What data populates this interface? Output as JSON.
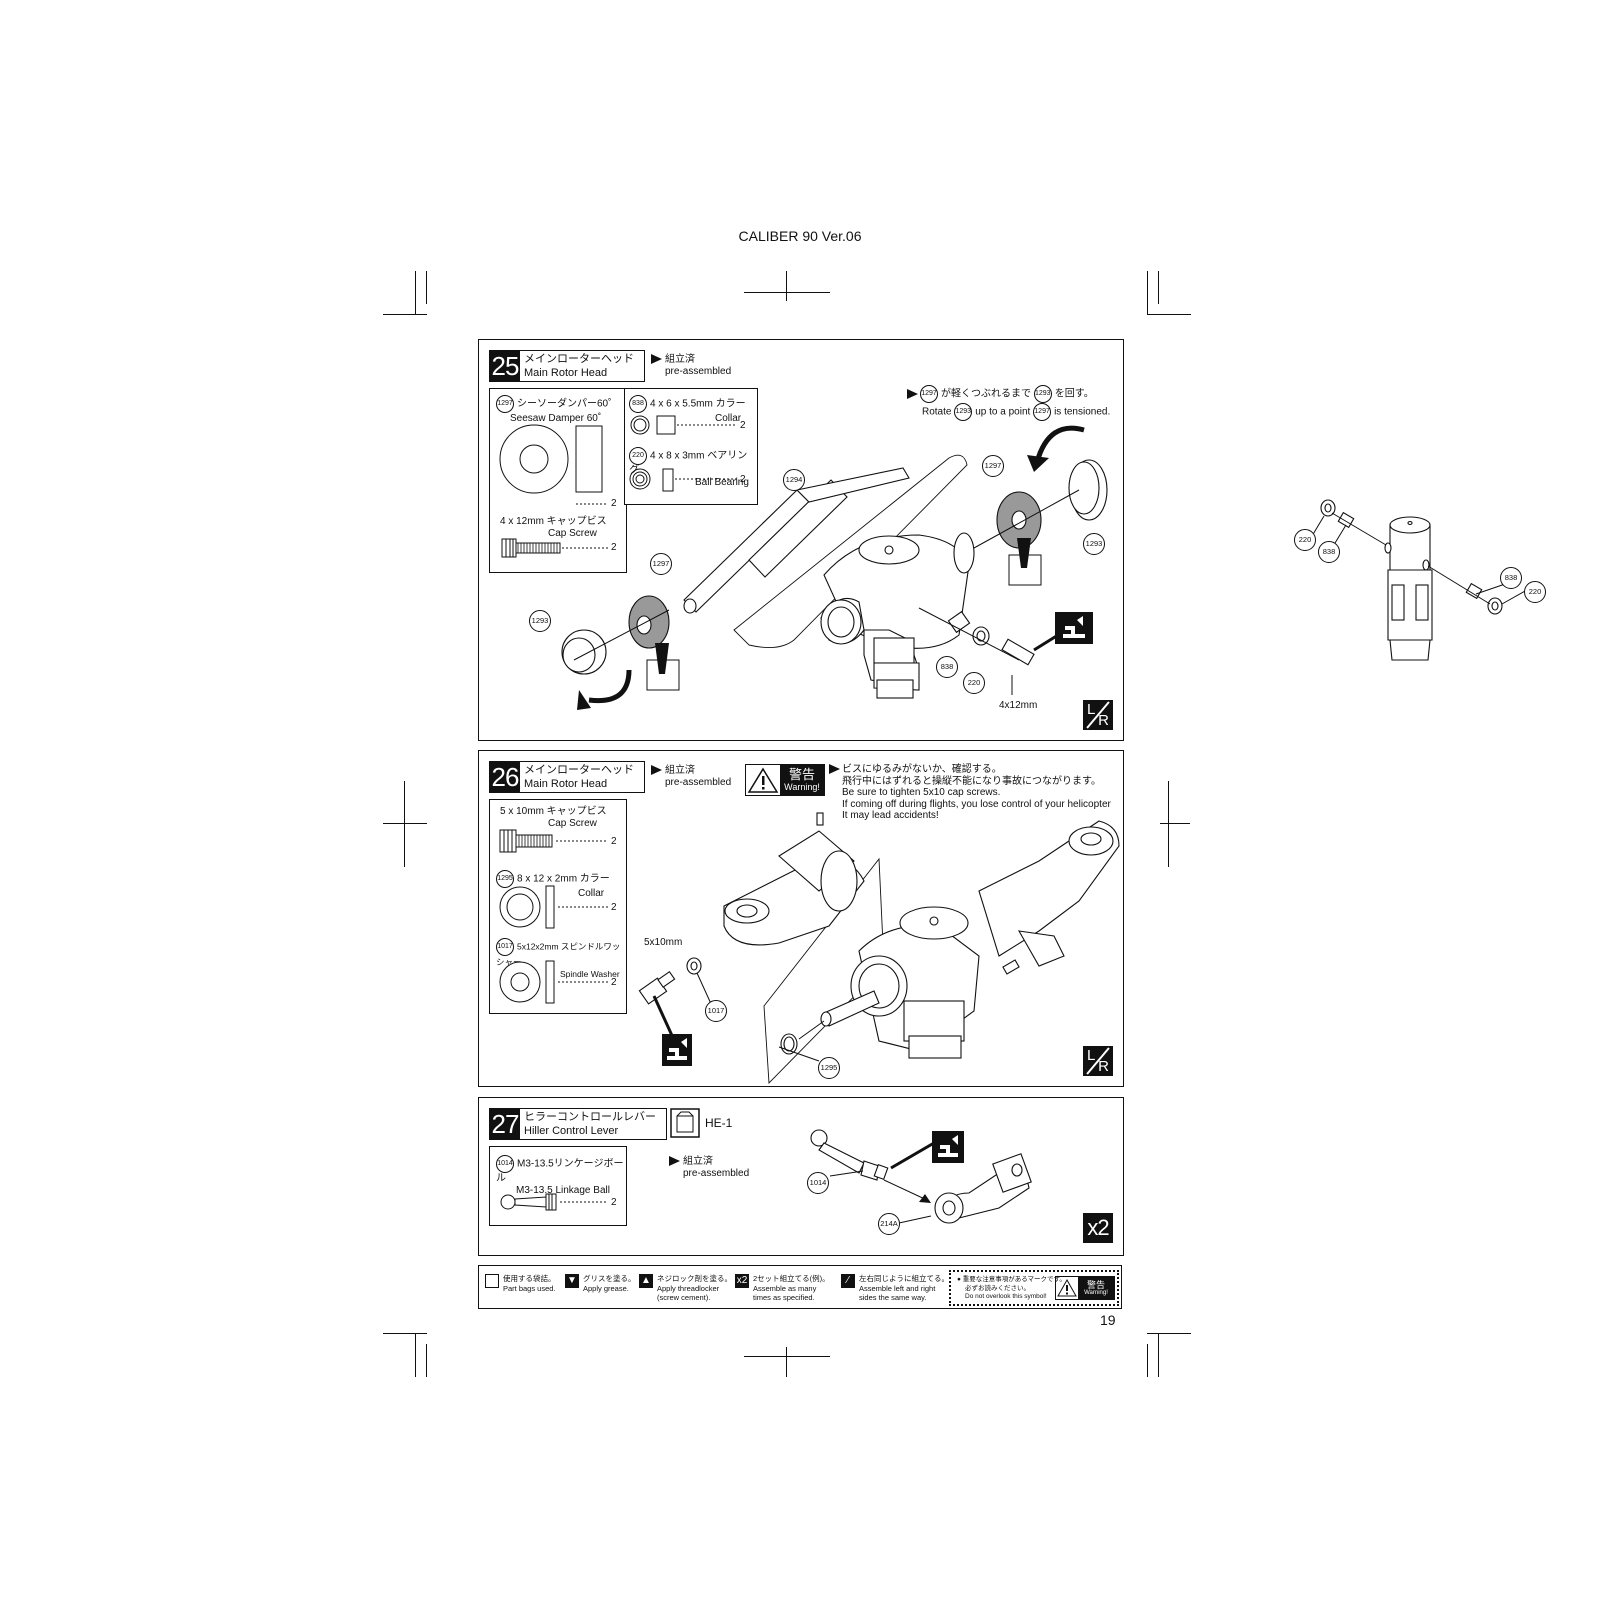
{
  "document": {
    "title": "CALIBER 90 Ver.06",
    "page_number": "19"
  },
  "step25": {
    "number": "25",
    "title_jp": "メインローターヘッド",
    "title_en": "Main Rotor Head",
    "pre_jp": "組立済",
    "pre_en": "pre-assembled",
    "parts": {
      "p1297": {
        "id": "1297",
        "name_jp": "シーソーダンパー60˚",
        "name_en": "Seesaw Damper 60˚",
        "qty": "2"
      },
      "screw": {
        "name_jp": "4 x 12mm キャップビス",
        "name_en": "Cap Screw",
        "qty": "2"
      },
      "p838": {
        "id": "838",
        "name_jp": "4 x 6 x 5.5mm カラー",
        "name_en": "Collar",
        "qty": "2"
      },
      "p220": {
        "id": "220",
        "name_jp": "4 x 8 x 3mm ベアリング",
        "name_en": "Ball Bearing",
        "qty": "2"
      }
    },
    "note_jp_part1": "が軽くつぶれるまで",
    "note_jp_part2": "を回す。",
    "note_en_part1": "Rotate",
    "note_en_part2": "up to a point",
    "note_en_part3": "is tensioned.",
    "note_ids": {
      "a": "1297",
      "b": "1293"
    },
    "callouts": {
      "c1294": "1294",
      "c1297a": "1297",
      "c1297b": "1297",
      "c1293a": "1293",
      "c1293b": "1293",
      "c838": "838",
      "c220": "220"
    },
    "screw_label": "4x12mm",
    "lr": {
      "l": "L",
      "r": "R"
    }
  },
  "step26": {
    "number": "26",
    "title_jp": "メインローターヘッド",
    "title_en": "Main Rotor Head",
    "pre_jp": "組立済",
    "pre_en": "pre-assembled",
    "warning": {
      "tag_jp": "警告",
      "tag_en": "Warning!",
      "line1": "ビスにゆるみがないか、確認する。",
      "line2": "飛行中にはずれると操縦不能になり事故につながります。",
      "line3": "Be sure to tighten 5x10 cap screws.",
      "line4": "If coming off during flights, you lose control of your helicopter",
      "line5": "It may lead accidents!"
    },
    "parts": {
      "screw": {
        "name_jp": "5 x 10mm キャップビス",
        "name_en": "Cap Screw",
        "qty": "2"
      },
      "p1295": {
        "id": "1295",
        "name_jp": "8 x 12 x 2mm カラー",
        "name_en": "Collar",
        "qty": "2"
      },
      "p1017": {
        "id": "1017",
        "name_jp": "5x12x2mm スピンドルワッシャー",
        "name_en": "Spindle Washer",
        "qty": "2"
      }
    },
    "screw_label": "5x10mm",
    "callouts": {
      "c1017": "1017",
      "c1295": "1295"
    },
    "lr": {
      "l": "L",
      "r": "R"
    }
  },
  "step27": {
    "number": "27",
    "title_jp": "ヒラーコントロールレバー",
    "title_en": "Hiller Control Lever",
    "bag": "HE-1",
    "pre_jp": "組立済",
    "pre_en": "pre-assembled",
    "parts": {
      "p1014": {
        "id": "1014",
        "name_jp": "M3-13.5リンケージボール",
        "name_en": "M3-13.5 Linkage Ball",
        "qty": "2"
      }
    },
    "callouts": {
      "c1014": "1014",
      "c214a": "214A"
    },
    "x2": "x2"
  },
  "legend": {
    "bag": {
      "jp": "使用する袋詰。",
      "en": "Part bags used."
    },
    "grease": {
      "jp": "グリスを塗る。",
      "en": "Apply grease."
    },
    "threadlock": {
      "jp": "ネジロック剤を塗る。",
      "en1": "Apply threadlocker",
      "en2": "(screw cement)."
    },
    "times": {
      "icon": "x2",
      "jp": "2セット組立てる(例)。",
      "en1": "Assemble as many",
      "en2": "times as specified."
    },
    "lr": {
      "jp": "左右同じように組立てる。",
      "en1": "Assemble left and right",
      "en2": "sides the same way."
    },
    "warn": {
      "jp1": "● 重要な注意事項があるマークです。",
      "jp2": "必ずお読みください。",
      "en": "Do not overlook this symbol!",
      "tag_jp": "警告",
      "tag_en": "Warning!"
    }
  },
  "side_diagram": {
    "callouts": {
      "c220a": "220",
      "c838a": "838",
      "c838b": "838",
      "c220b": "220"
    }
  }
}
